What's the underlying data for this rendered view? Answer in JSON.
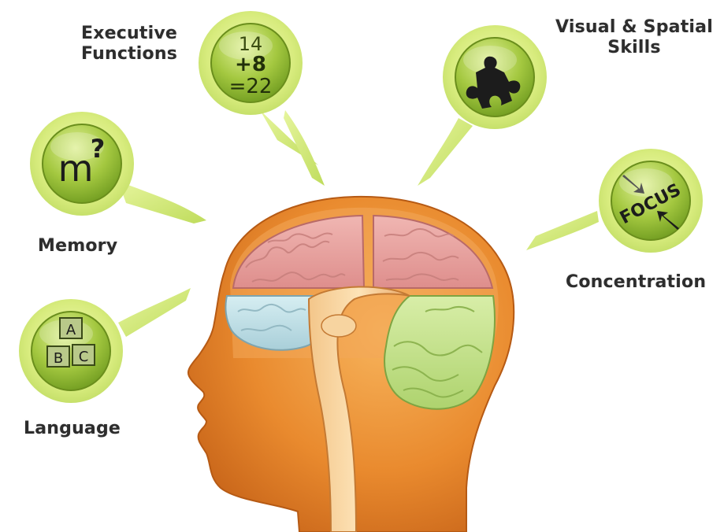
{
  "labels": {
    "executive_functions": [
      "Executive",
      "Functions"
    ],
    "visual_spatial": [
      "Visual & Spatial",
      "Skills"
    ],
    "memory": "Memory",
    "concentration": "Concentration",
    "language": "Language"
  },
  "icons": {
    "math": {
      "top": "14",
      "middle": "+8",
      "bottom": "=22"
    },
    "memory_glyph": "m",
    "memory_question": "?",
    "focus_word": "FOCUS",
    "blocks": {
      "a": "A",
      "b": "B",
      "c": "C"
    }
  },
  "colors": {
    "bubble_rim": "#d7ec7c",
    "bubble_core": "#9cc13a",
    "head_skin": "#e8892f",
    "brain_pink": "#e9a4a2",
    "brain_blue": "#bcdbe4",
    "brain_green": "#c5e18a",
    "text": "#2d2d2d"
  }
}
